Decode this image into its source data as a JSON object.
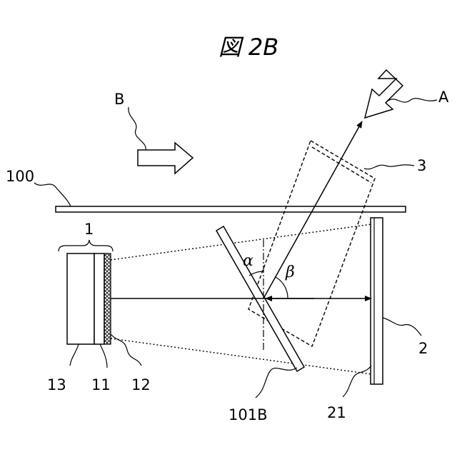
{
  "figure": {
    "title": "図 2B",
    "labels": {
      "A": "A",
      "B": "B",
      "l100": "100",
      "l1": "1",
      "l3": "3",
      "l2": "2",
      "l13": "13",
      "l11": "11",
      "l12": "12",
      "l101B": "101B",
      "l21": "21",
      "alpha": "α",
      "beta": "β"
    }
  }
}
